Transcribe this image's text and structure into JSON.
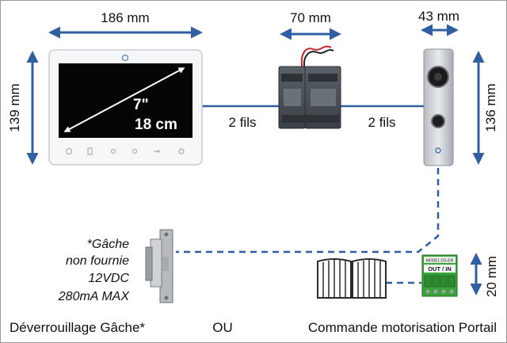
{
  "dimensions": {
    "monitor_width": "186 mm",
    "monitor_height": "139 mm",
    "psu_width": "70 mm",
    "doorbell_width": "43 mm",
    "doorbell_height": "136 mm",
    "module_height": "20 mm"
  },
  "screen": {
    "diagonal_in": "7\"",
    "diagonal_cm": "18 cm"
  },
  "wiring": {
    "left_link": "2 fils",
    "right_link": "2 fils"
  },
  "module": {
    "model_text": "MODEL:DS-ER",
    "io_label": "OUT / IN"
  },
  "strike_note": [
    "*Gâche",
    "non fournie",
    "12VDC",
    "280mA MAX"
  ],
  "captions": {
    "strike": "Déverrouillage Gâche*",
    "or": "OU",
    "gate": "Commande motorisation Portail"
  },
  "colors": {
    "arrow_blue": "#2f5fa0",
    "wire_blue": "#2f5fa0",
    "module_green": "#3aa33a",
    "psu_gray": "#4a4f55"
  }
}
